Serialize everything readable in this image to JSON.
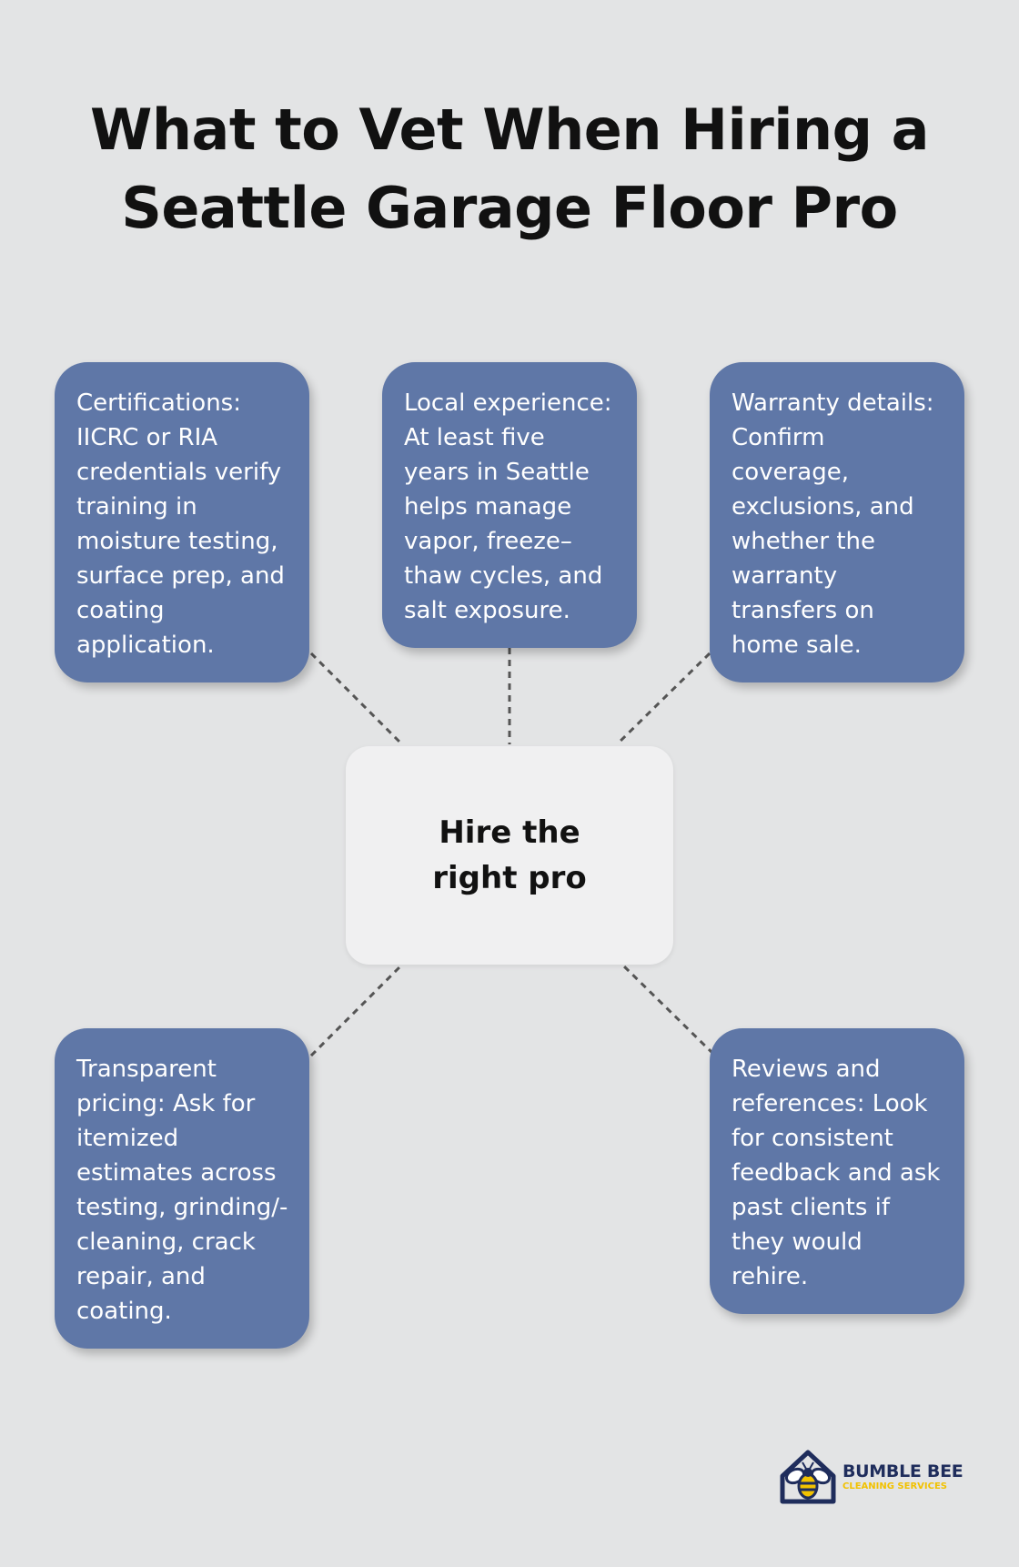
{
  "title": {
    "line1": "What to Vet When Hiring a",
    "line2": "Seattle Garage Floor Pro"
  },
  "center": {
    "label": "Hire the right pro"
  },
  "cards": [
    {
      "text": "Certifications: IICRC or RIA credentials verify training in moisture testing, surface prep, and coating application."
    },
    {
      "text": "Local experience: At least five years in Seattle helps manage vapor, freeze–thaw cycles, and salt exposure."
    },
    {
      "text": "Warranty details: Confirm coverage, exclusions, and whether the warranty transfers on home sale."
    },
    {
      "text": "Transparent pricing: Ask for itemized estimates across testing, grinding/-cleaning, crack repair, and coating."
    },
    {
      "text": "Reviews and references: Look for consistent feedback and ask past clients if they would rehire."
    }
  ],
  "logo": {
    "name": "BUMBLE BEE",
    "tagline": "CLEANING SERVICES",
    "icon": "bee-house-icon"
  },
  "colors": {
    "background": "#e3e4e5",
    "card": "#5f77a7",
    "card_text": "#ffffff",
    "hub": "#f0f0f1",
    "connector": "#555555",
    "logo_navy": "#1f2d5c",
    "logo_yellow": "#f2c200"
  }
}
